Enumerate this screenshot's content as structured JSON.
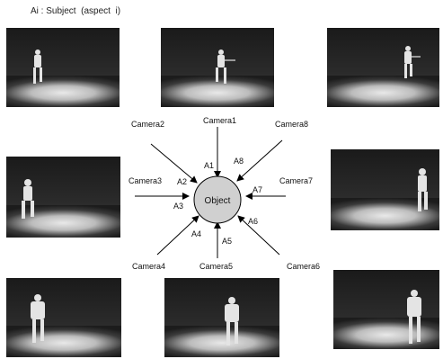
{
  "header": "Ai : Subject  (aspect  i)",
  "center_label": "Object",
  "cameras": [
    {
      "name": "Camera1",
      "angle": "A1"
    },
    {
      "name": "Camera2",
      "angle": "A2"
    },
    {
      "name": "Camera3",
      "angle": "A3"
    },
    {
      "name": "Camera4",
      "angle": "A4"
    },
    {
      "name": "Camera5",
      "angle": "A5"
    },
    {
      "name": "Camera6",
      "angle": "A6"
    },
    {
      "name": "Camera7",
      "angle": "A7"
    },
    {
      "name": "Camera8",
      "angle": "A8"
    }
  ],
  "photos": [
    {
      "camera": "Camera2"
    },
    {
      "camera": "Camera1"
    },
    {
      "camera": "Camera8"
    },
    {
      "camera": "Camera3"
    },
    {
      "camera": "Camera7"
    },
    {
      "camera": "Camera4"
    },
    {
      "camera": "Camera5"
    },
    {
      "camera": "Camera6"
    }
  ],
  "colors": {
    "object_fill": "#d0d0d0",
    "line": "#000000",
    "photo_bg": "#1c1c1c"
  }
}
